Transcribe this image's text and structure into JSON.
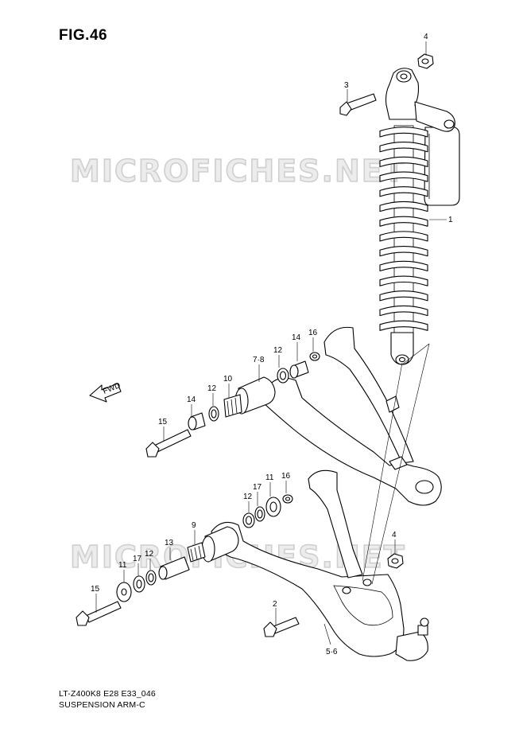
{
  "figure": {
    "title": "FIG.46"
  },
  "footer": {
    "code": "LT-Z400K8 E28 E33_046",
    "name": "SUSPENSION ARM-C"
  },
  "watermark": {
    "text": "MICROFICHES.NET"
  },
  "direction": {
    "label": "FWD"
  },
  "callouts": [
    {
      "id": "c1",
      "label": "1"
    },
    {
      "id": "c2",
      "label": "2"
    },
    {
      "id": "c3",
      "label": "3"
    },
    {
      "id": "c4a",
      "label": "4"
    },
    {
      "id": "c4b",
      "label": "4"
    },
    {
      "id": "c56",
      "label": "5·6"
    },
    {
      "id": "c78",
      "label": "7·8"
    },
    {
      "id": "c9",
      "label": "9"
    },
    {
      "id": "c10",
      "label": "10"
    },
    {
      "id": "c11a",
      "label": "11"
    },
    {
      "id": "c11b",
      "label": "11"
    },
    {
      "id": "c12a",
      "label": "12"
    },
    {
      "id": "c12b",
      "label": "12"
    },
    {
      "id": "c12c",
      "label": "12"
    },
    {
      "id": "c12d",
      "label": "12"
    },
    {
      "id": "c13",
      "label": "13"
    },
    {
      "id": "c14a",
      "label": "14"
    },
    {
      "id": "c14b",
      "label": "14"
    },
    {
      "id": "c15a",
      "label": "15"
    },
    {
      "id": "c15b",
      "label": "15"
    },
    {
      "id": "c16a",
      "label": "16"
    },
    {
      "id": "c16b",
      "label": "16"
    },
    {
      "id": "c17a",
      "label": "17"
    },
    {
      "id": "c17b",
      "label": "17"
    }
  ]
}
